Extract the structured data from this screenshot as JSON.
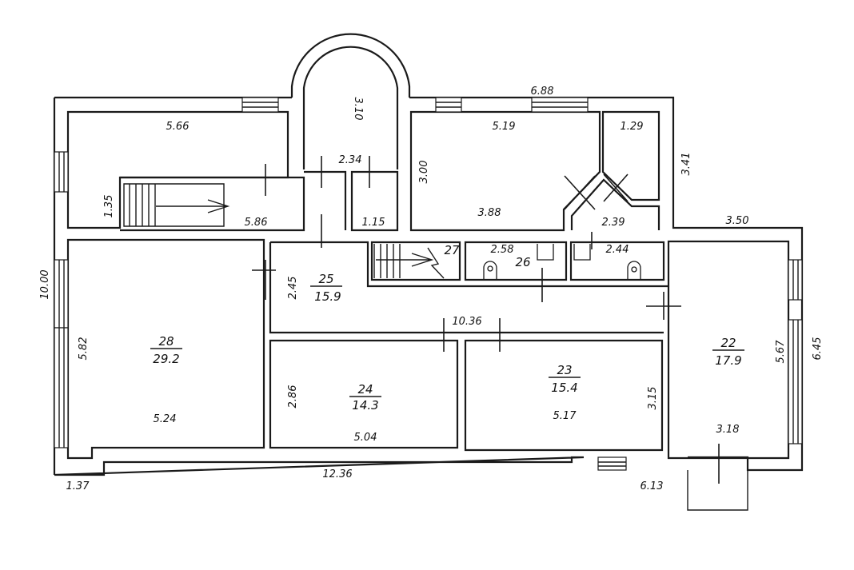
{
  "plan": {
    "rooms": [
      {
        "number": "28",
        "area": "29.2"
      },
      {
        "number": "25",
        "area": "15.9"
      },
      {
        "number": "24",
        "area": "14.3"
      },
      {
        "number": "23",
        "area": "15.4"
      },
      {
        "number": "22",
        "area": "17.9"
      },
      {
        "number": "26",
        "area": ""
      },
      {
        "number": "27",
        "area": ""
      }
    ],
    "dimensions": {
      "d_6_88": "6.88",
      "d_5_66": "5.66",
      "d_3_10": "3.10",
      "d_5_19": "5.19",
      "d_1_29": "1.29",
      "d_3_41": "3.41",
      "d_2_34": "2.34",
      "d_3_00": "3.00",
      "d_1_35": "1.35",
      "d_5_86": "5.86",
      "d_1_15": "1.15",
      "d_3_88": "3.88",
      "d_2_39": "2.39",
      "d_3_50": "3.50",
      "d_2_58": "2.58",
      "d_2_44": "2.44",
      "d_10_00": "10.00",
      "d_2_45": "2.45",
      "d_10_36": "10.36",
      "d_5_82": "5.82",
      "d_5_67": "5.67",
      "d_6_45": "6.45",
      "d_2_86": "2.86",
      "d_3_15": "3.15",
      "d_5_24": "5.24",
      "d_5_04": "5.04",
      "d_5_17": "5.17",
      "d_3_18": "3.18",
      "d_1_37": "1.37",
      "d_12_36": "12.36",
      "d_6_13": "6.13"
    }
  }
}
